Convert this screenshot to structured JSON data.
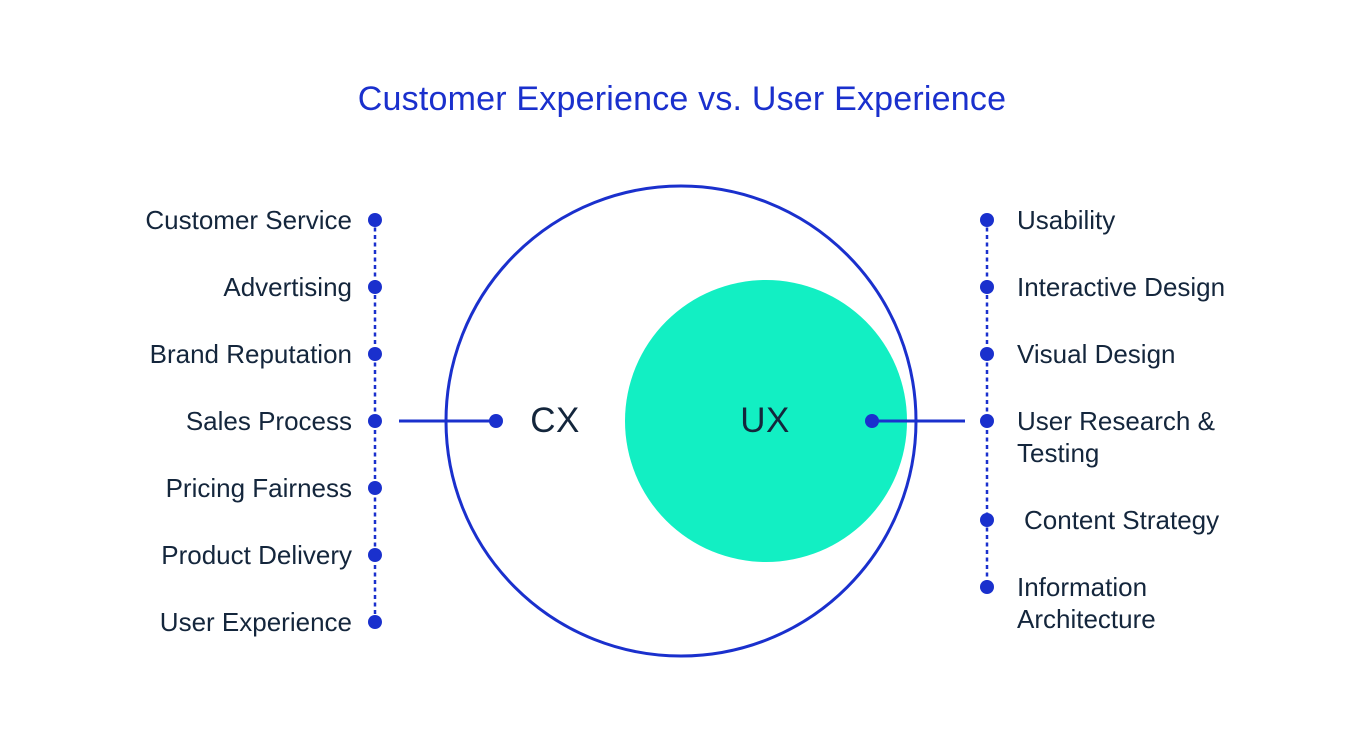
{
  "title": "Customer Experience vs. User Experience",
  "colors": {
    "accent": "#1A30CD",
    "inner_fill": "#12EFC3",
    "text": "#14263C",
    "background": "#FFFFFF"
  },
  "venn": {
    "outer_circle_label": "CX",
    "inner_circle_label": "UX"
  },
  "left_column": {
    "items": [
      "Customer Service",
      "Advertising",
      "Brand Reputation",
      "Sales Process",
      "Pricing Fairness",
      "Product Delivery",
      "User Experience"
    ]
  },
  "right_column": {
    "items": [
      "Usability",
      "Interactive Design",
      "Visual Design",
      "User Research &\nTesting",
      "Content Strategy",
      "Information\nArchitecture"
    ]
  }
}
